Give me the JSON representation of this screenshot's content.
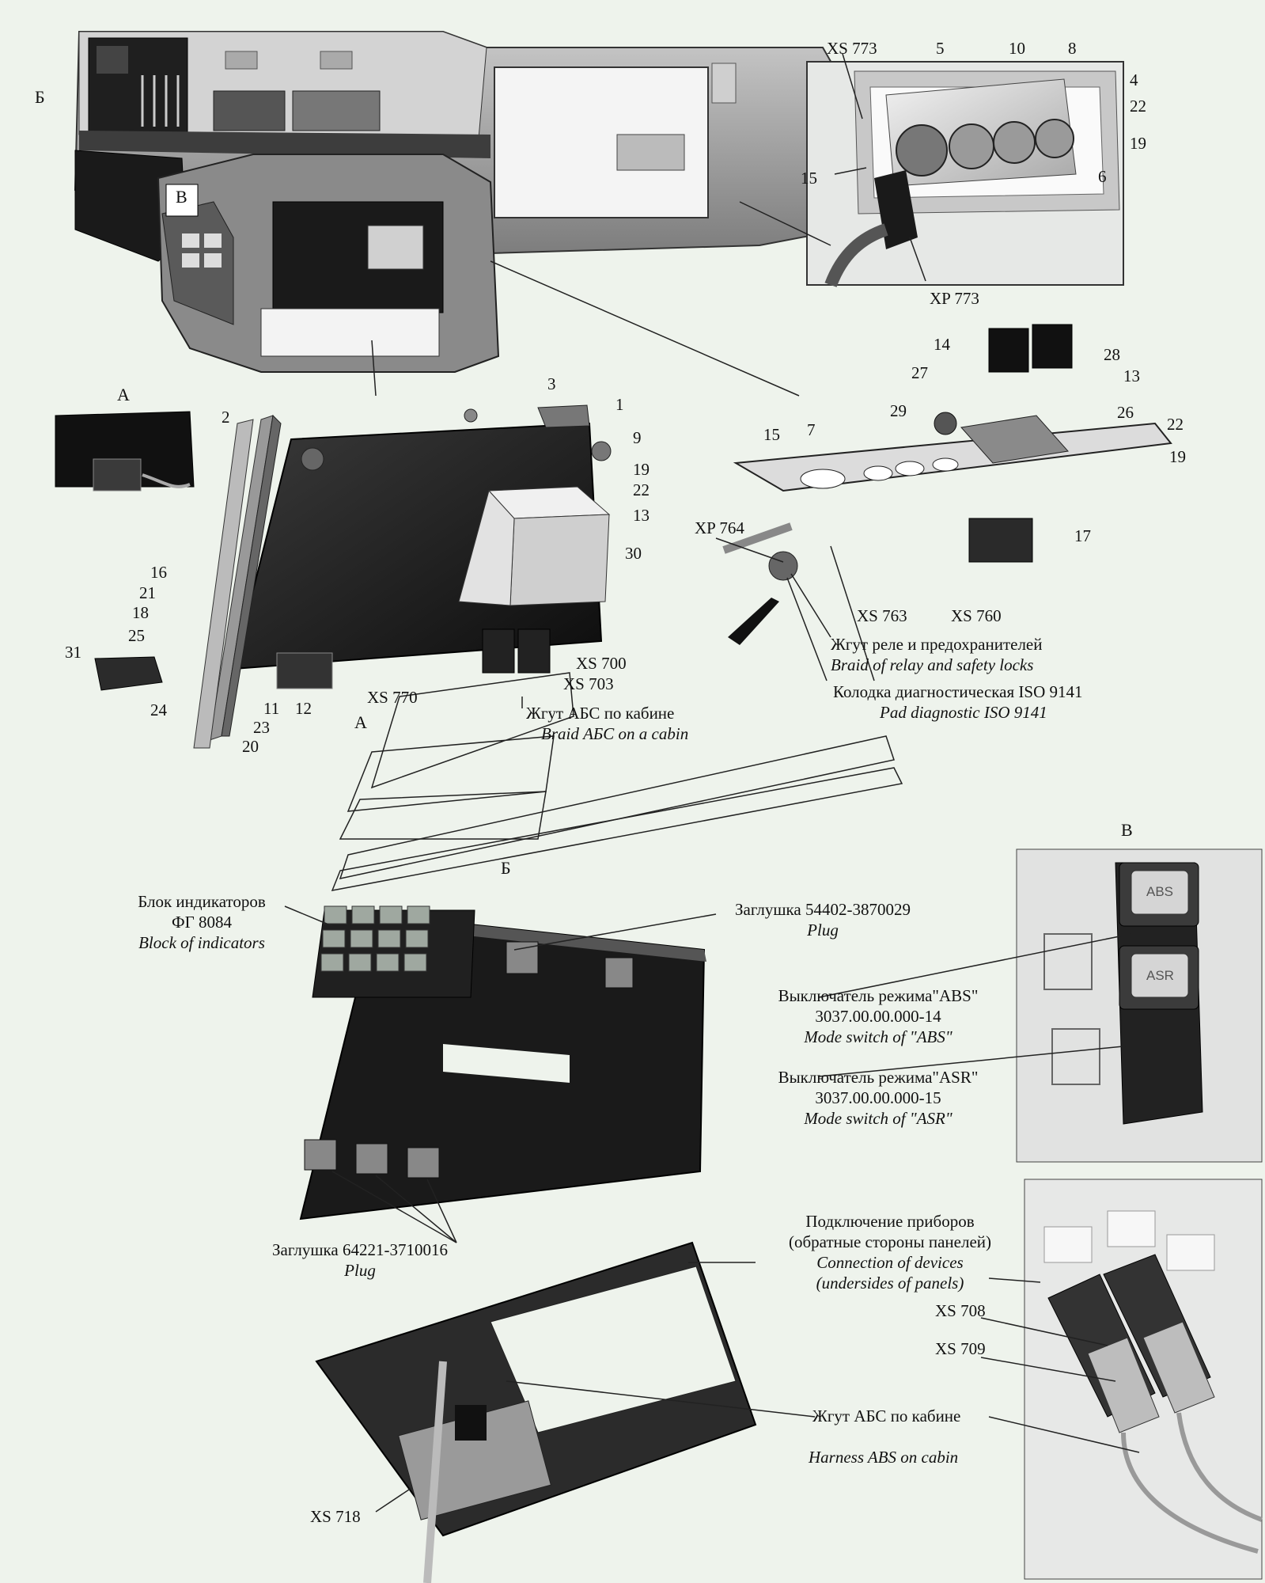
{
  "views": {
    "a": "А",
    "b": "Б",
    "v": "В",
    "b_arrow": "Б",
    "v_arrow": "В",
    "a_arrow": "А"
  },
  "numbers": {
    "n1": "1",
    "n2": "2",
    "n3": "3",
    "n4": "4",
    "n5": "5",
    "n6": "6",
    "n7": "7",
    "n8": "8",
    "n9": "9",
    "n10": "10",
    "n11": "11",
    "n12": "12",
    "n13a": "13",
    "n13b": "13",
    "n14": "14",
    "n15a": "15",
    "n15b": "15",
    "n16": "16",
    "n17": "17",
    "n18": "18",
    "n19a": "19",
    "n19b": "19",
    "n19c": "19",
    "n20": "20",
    "n21": "21",
    "n22a": "22",
    "n22b": "22",
    "n22c": "22",
    "n23": "23",
    "n24": "24",
    "n25": "25",
    "n26": "26",
    "n27": "27",
    "n28": "28",
    "n29": "29",
    "n30": "30",
    "n31": "31"
  },
  "connectors": {
    "xs773": "XS 773",
    "xp773": "XP 773",
    "xp764": "XP 764",
    "xs763": "XS 763",
    "xs760": "XS 760",
    "xs700": "XS 700",
    "xs703": "XS 703",
    "xs770": "XS 770",
    "xs708": "XS 708",
    "xs709": "XS 709",
    "xs718": "XS 718"
  },
  "callouts": {
    "relay_harness_ru": "Жгут реле и предохранителей",
    "relay_harness_en": "Braid of  relay and safety locks",
    "diag_pad_ru": "Колодка диагностическая ISO 9141",
    "diag_pad_en": "Pad diagnostic ISO 9141",
    "abs_cabin_ru": "Жгут АБС по кабине",
    "abs_cabin_en": "Braid АБС on a cabin",
    "indicators_ru1": "Блок индикаторов",
    "indicators_ru2": "ФГ 8084",
    "indicators_en": "Block of indicators",
    "plug1_ru": "Заглушка 54402-3870029",
    "plug1_en": "Plug",
    "abs_switch_ru": "Выключатель режима\"ABS\"",
    "abs_switch_code": "3037.00.00.000-14",
    "abs_switch_en": "Mode switch of  \"ABS\"",
    "asr_switch_ru": "Выключатель режима\"ASR\"",
    "asr_switch_code": "3037.00.00.000-15",
    "asr_switch_en": "Mode switch of  \"ASR\"",
    "plug2_ru": "Заглушка 64221-3710016",
    "plug2_en": "Plug",
    "connection_ru1": "Подключение приборов",
    "connection_ru2": "(обратные стороны панелей)",
    "connection_en1": "Connection of devices",
    "connection_en2": "(undersides of panels)",
    "harness_ru": "Жгут АБС по кабине",
    "harness_en": "Harness ABS on  cabin"
  },
  "buttons": {
    "abs": "ABS",
    "asr": "ASR"
  },
  "colors": {
    "background": "#eef3ec",
    "panel_dark": "#1e1e1e",
    "metal": "#8c8c8c",
    "light_part": "#d6d6d6",
    "line": "#222222"
  }
}
